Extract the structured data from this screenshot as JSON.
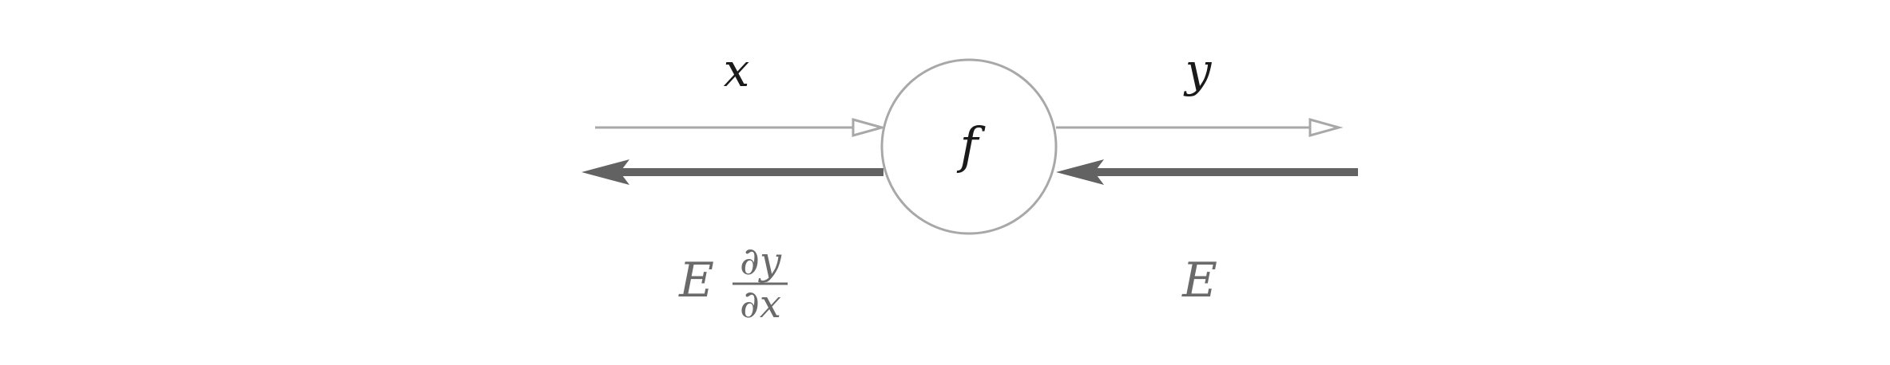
{
  "diagram": {
    "node": {
      "label": "f"
    },
    "forward": {
      "input_label": "x",
      "output_label": "y"
    },
    "backward": {
      "output_label": "E",
      "input_label_prefix": "E",
      "input_label_numerator": "∂y",
      "input_label_denominator": "∂x"
    },
    "colors": {
      "forward_stroke": "#a8a8a8",
      "backward_stroke": "#626262",
      "node_stroke": "#a8a8a8",
      "label_dark": "#1a1a1a",
      "label_gray": "#6a6a6a"
    }
  }
}
